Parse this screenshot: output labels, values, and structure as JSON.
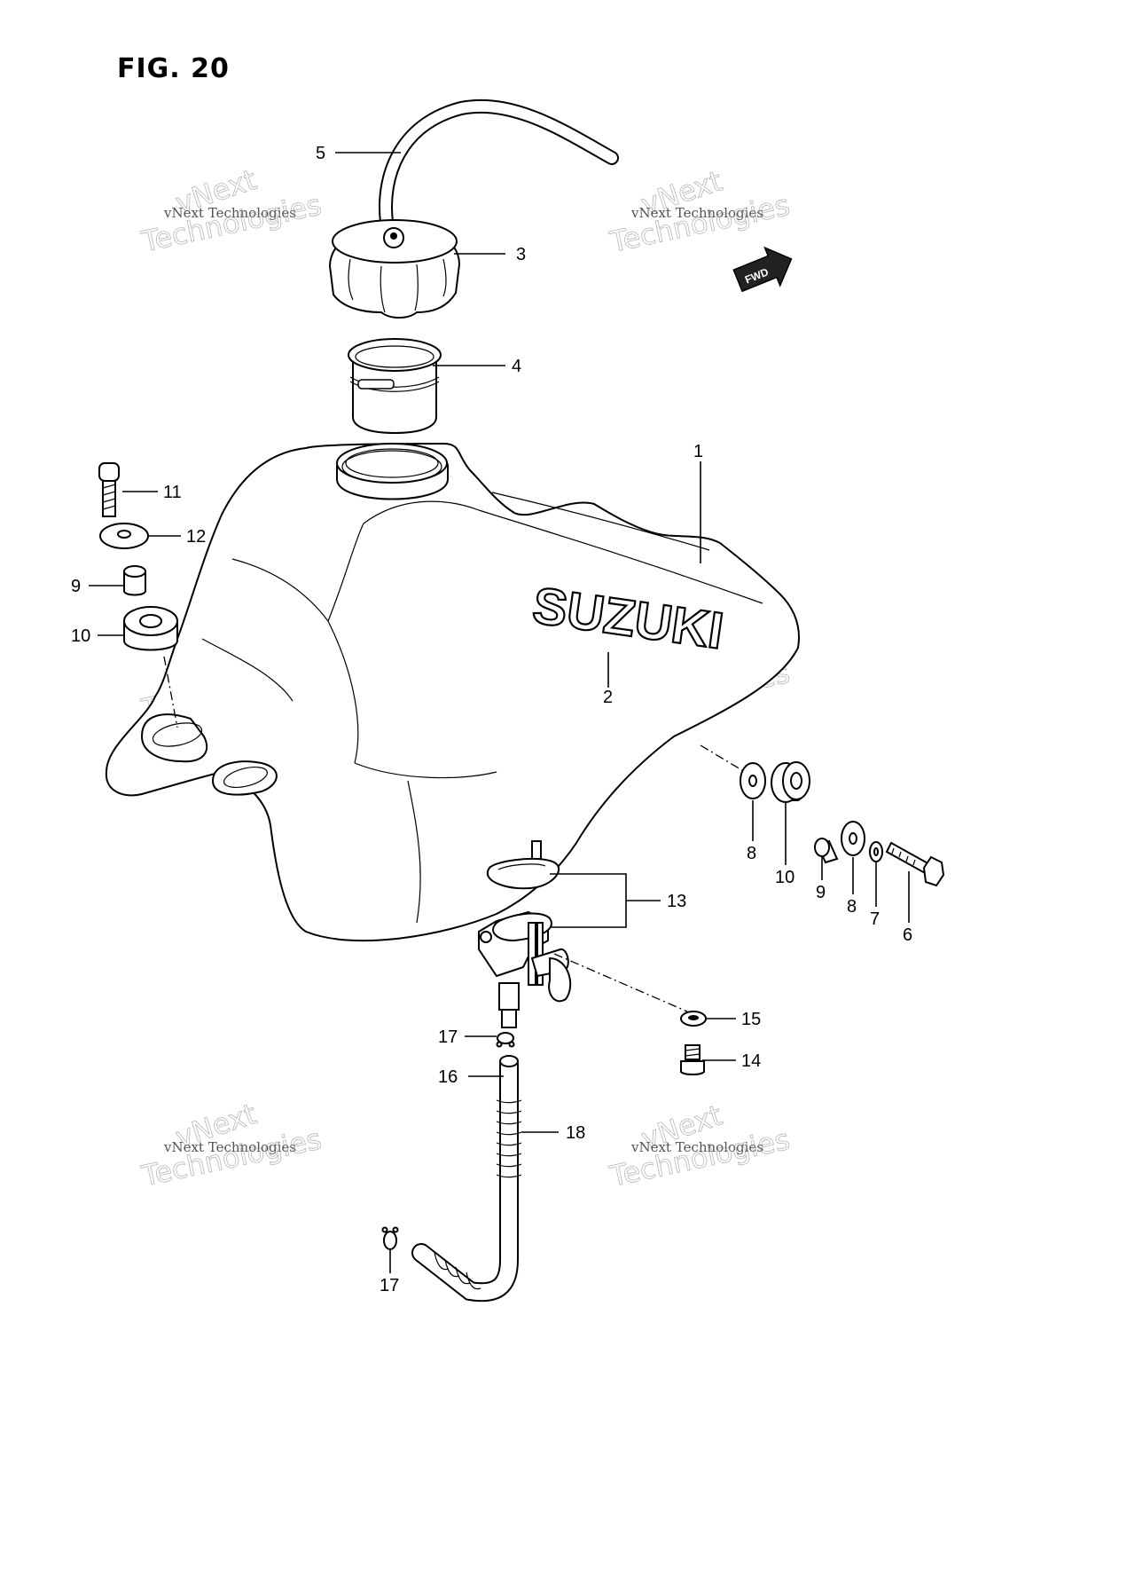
{
  "figure": {
    "title": "FIG. 20"
  },
  "brand": {
    "logo_text": "SUZUKI"
  },
  "fwd_arrow": {
    "text": "FWD"
  },
  "watermark": {
    "line1": "vNext Technologies",
    "line2": "vNext",
    "line3": "Technologies"
  },
  "callouts": {
    "c1": "1",
    "c2": "2",
    "c3": "3",
    "c4": "4",
    "c5": "5",
    "c6": "6",
    "c7": "7",
    "c8a": "8",
    "c8b": "8",
    "c9a": "9",
    "c9b": "9",
    "c10a": "10",
    "c10b": "10",
    "c11": "11",
    "c12": "12",
    "c13": "13",
    "c14": "14",
    "c15": "15",
    "c16": "16",
    "c17a": "17",
    "c17b": "17",
    "c18": "18"
  }
}
